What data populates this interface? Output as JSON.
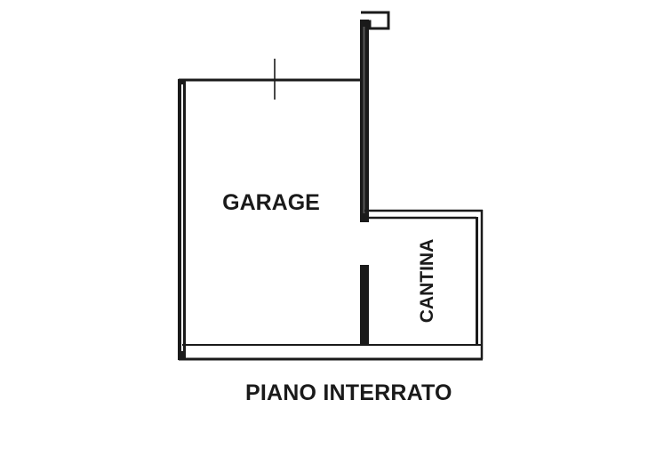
{
  "floor_plan": {
    "level_caption": "PIANO INTERRATO",
    "rooms": [
      {
        "id": "garage",
        "label": "GARAGE"
      },
      {
        "id": "cantina",
        "label": "CANTINA"
      }
    ],
    "line_color": "#1a1a1a",
    "background": "#ffffff"
  }
}
